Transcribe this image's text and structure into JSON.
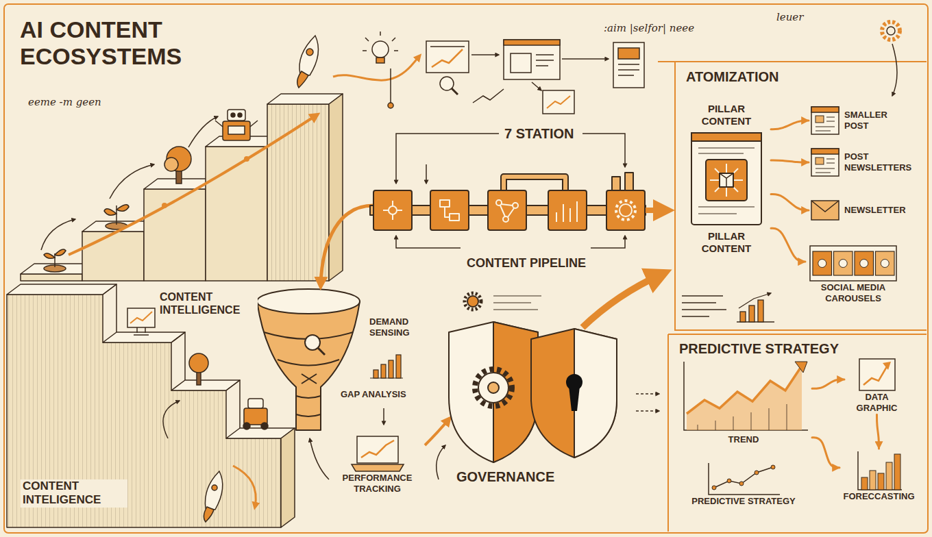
{
  "diagram": {
    "title": "AI CONTENT ECOSYSTEMS",
    "nodes": [
      {
        "text": [
          "PILLAR CONTENT",
          "PILLAR CONTENT"
        ]
      },
      {
        "text": [
          "SMALLER POST"
        ]
      },
      {
        "text": [
          "POST NEWSLETTERS"
        ]
      },
      {
        "text": [
          "NEWSLETTER"
        ]
      },
      {
        "text": [
          "SOCIAL MEDIA CAROUSELS"
        ]
      },
      {
        "text": [
          "PERFORMANCE TRACKING"
        ]
      },
      {
        "text": [
          "TREND"
        ]
      },
      {
        "text": [
          "DATA GRAPHIC"
        ]
      },
      {
        "text": [
          "FORECCASTING"
        ]
      },
      {
        "text": [
          "PREDICTIVE STRATEGY"
        ]
      }
    ],
    "edges": [
      {
        "from": 0,
        "to": 1,
        "arrow": "to"
      },
      {
        "from": 0,
        "to": 2,
        "arrow": "to"
      },
      {
        "from": 0,
        "to": 3,
        "arrow": "to"
      },
      {
        "from": 0,
        "to": 4,
        "arrow": "to"
      },
      {
        "from": 6,
        "to": 7,
        "arrow": "to"
      },
      {
        "from": 7,
        "to": 8,
        "arrow": "to"
      },
      {
        "from": 6,
        "to": 8,
        "arrow": "to"
      }
    ],
    "labels": [
      "eeme -m geen",
      "CONTENT INTELLIGENCE",
      "CONTENT INTELIGENCE",
      "DEMAND SENSING",
      "GAP ANALYSIS",
      "7 STATION",
      "CONTENT PIPELINE",
      "leuer",
      ":aim |selfor| neee",
      "ATOMIZATION",
      "GOVERNANCE",
      "PREDICTIVE STRATEGY"
    ]
  }
}
